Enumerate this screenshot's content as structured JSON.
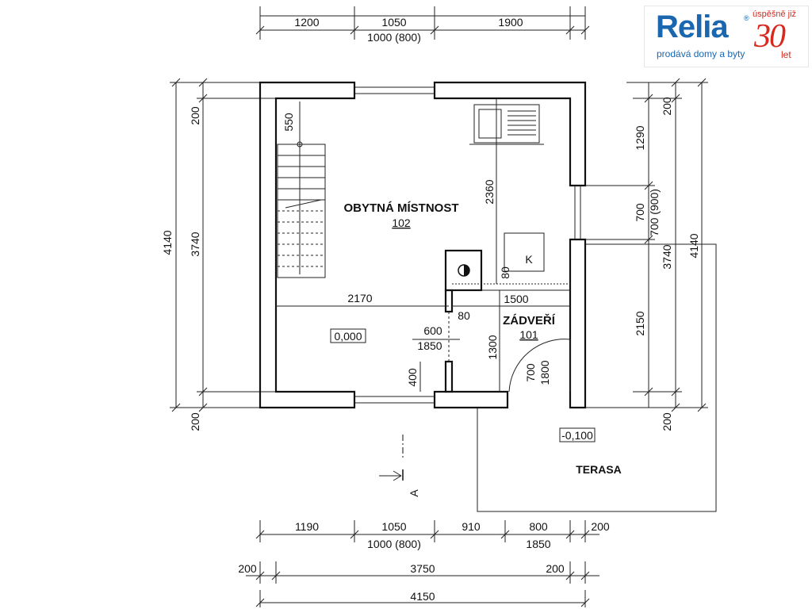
{
  "logo": {
    "brand": "Relia",
    "registered": "®",
    "tagline": "prodává domy a byty",
    "anniversary_prefix": "úspěšně již",
    "anniversary_number": "30",
    "anniversary_suffix": "let",
    "brand_color": "#1a67b0",
    "accent_color": "#d9281e"
  },
  "rooms": {
    "living": {
      "name": "OBYTNÁ MÍSTNOST",
      "number": "102"
    },
    "hall": {
      "name": "ZÁDVEŘÍ",
      "number": "101"
    },
    "terrace": {
      "name": "TERASA"
    },
    "stove_label": "K"
  },
  "levels": {
    "floor": "0,000",
    "terrace": "-0,100"
  },
  "section_marker": "A",
  "dimensions": {
    "top": {
      "a": "1200",
      "b": "1050",
      "c": "1900",
      "window": "1000 (800)"
    },
    "bottom": {
      "a": "1190",
      "b": "1050",
      "c": "910",
      "d": "800",
      "e": "200",
      "window": "1000 (800)",
      "door": "1850"
    },
    "bottom2": {
      "left": "200",
      "mid": "3750",
      "right": "200"
    },
    "bottom_total": "4150",
    "left": {
      "total": "4140",
      "inner": "3740",
      "top": "200",
      "bottom": "200"
    },
    "right": {
      "r1": "1290",
      "r2": "700",
      "r2b": "700 (900)",
      "r3": "2150",
      "top": "200",
      "bottom": "200",
      "inner": "3740",
      "total": "4140"
    },
    "interior": {
      "stair": "550",
      "kitchen_depth": "2360",
      "width_living": "2170",
      "width_hall": "1500",
      "partition_a": "80",
      "partition_b": "80",
      "door_600": "600",
      "door_1850": "1850",
      "door_400": "400",
      "hall_1300": "1300",
      "hall_700": "700",
      "hall_1800": "1800"
    }
  }
}
